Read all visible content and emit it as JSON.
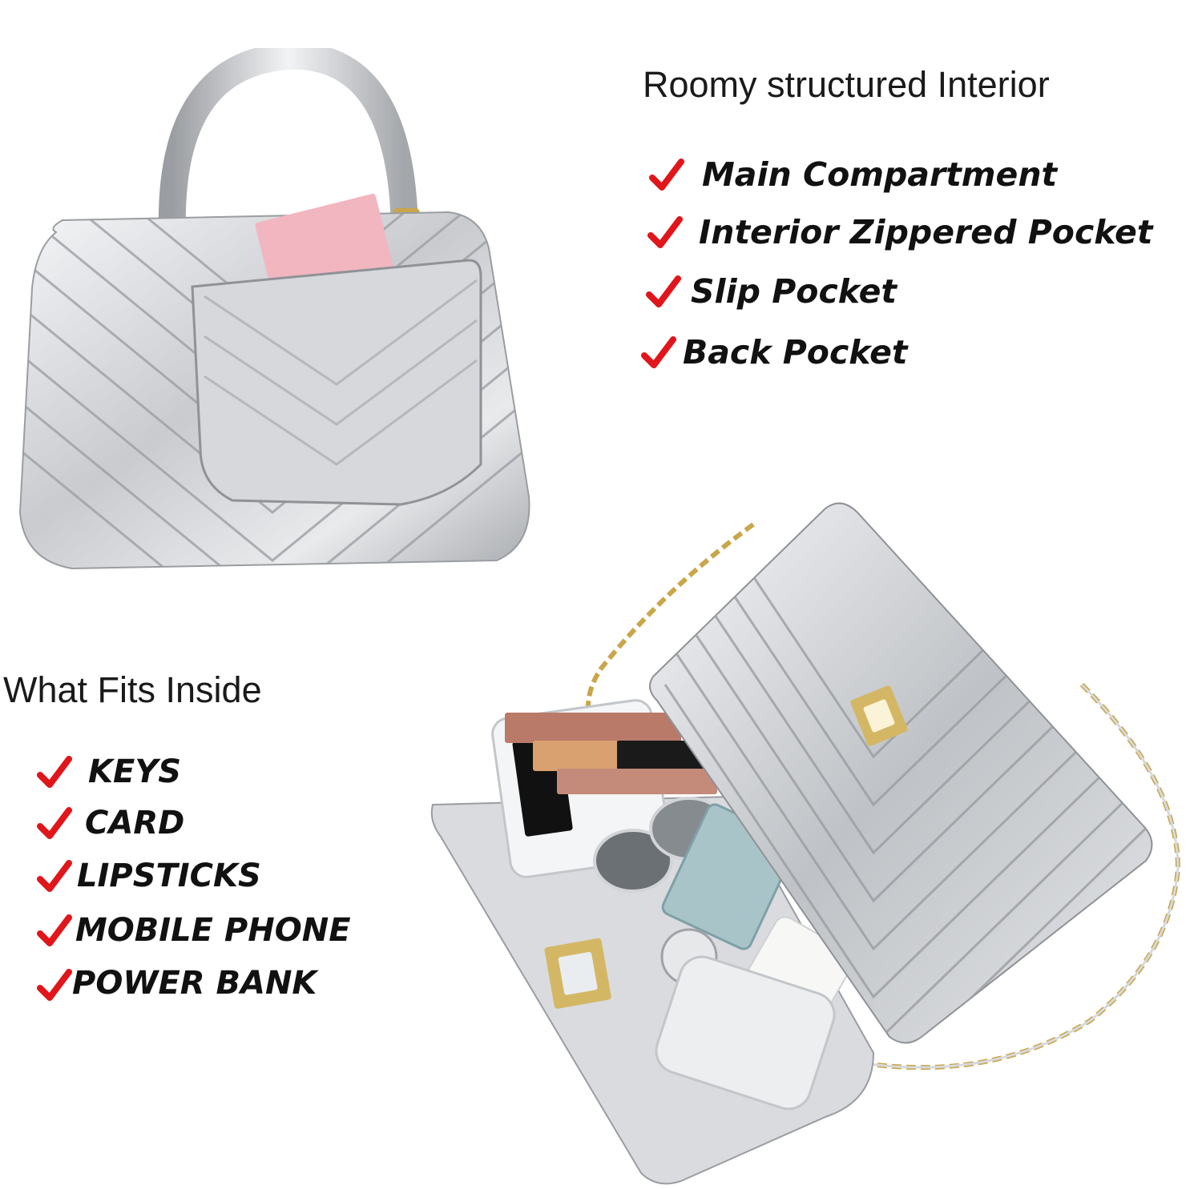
{
  "interior": {
    "title": "Roomy structured Interior",
    "items": [
      "Main Compartment",
      "Interior Zippered Pocket",
      "Slip Pocket",
      "Back Pocket"
    ]
  },
  "fits": {
    "title": "What Fits Inside",
    "items": [
      "KEYS",
      "CARD",
      "LIPSTICKS",
      "MOBILE PHONE",
      "POWER BANK"
    ]
  },
  "colors": {
    "check": "#e0161b",
    "silver": "#c4c6c9",
    "silver_dark": "#8d9094",
    "silver_light": "#eef0f2",
    "gold": "#c9a64a"
  },
  "icons": {
    "check": "checkmark-icon"
  }
}
